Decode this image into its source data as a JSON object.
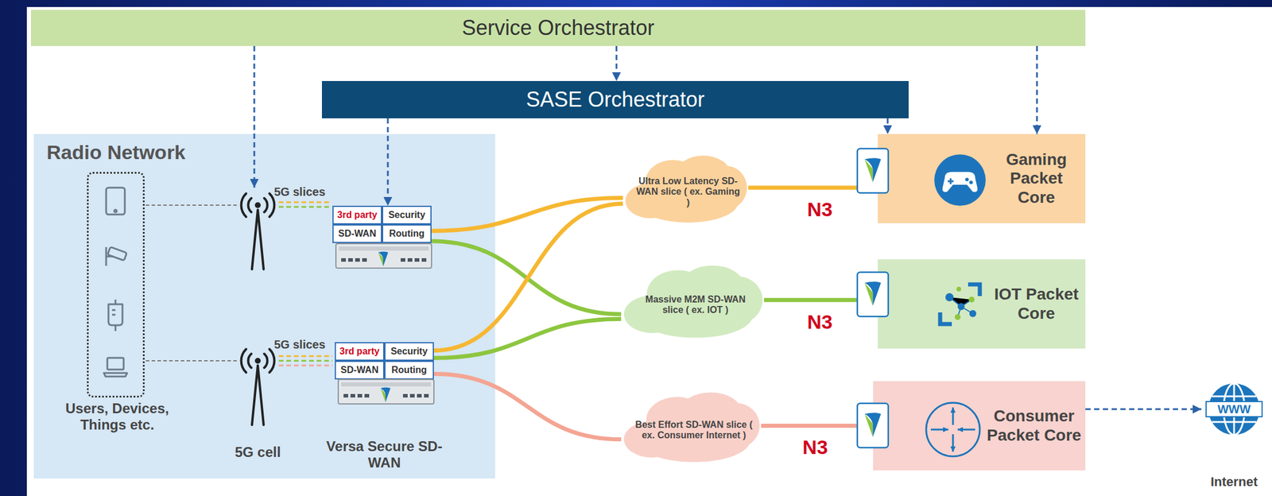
{
  "diagram": {
    "nodes": [
      {
        "text": [
          "Service Orchestrator"
        ]
      },
      {
        "text": [
          "SASE Orchestrator"
        ]
      },
      {
        "text": [
          "Radio Network"
        ]
      },
      {
        "text": [
          "Users, Devices, Things etc."
        ],
        "in": 2
      },
      {
        "text": [
          "3rd party"
        ],
        "in": 2
      },
      {
        "text": [
          "Security"
        ],
        "in": 2
      },
      {
        "text": [
          "SD-WAN"
        ],
        "in": 2
      },
      {
        "text": [
          "Routing"
        ],
        "in": 2
      },
      {
        "text": [
          "3rd party"
        ],
        "in": 2
      },
      {
        "text": [
          "Security"
        ],
        "in": 2
      },
      {
        "text": [
          "SD-WAN"
        ],
        "in": 2
      },
      {
        "text": [
          "Routing"
        ],
        "in": 2
      },
      {
        "text": [
          "Ultra Low Latency SD-WAN slice ( ex. Gaming )"
        ]
      },
      {
        "text": [
          "Massive M2M SD-WAN slice ( ex. IOT )"
        ]
      },
      {
        "text": [
          "Best Effort SD-WAN slice ( ex. Consumer Internet )"
        ]
      },
      {
        "text": [
          "Gaming Packet Core"
        ]
      },
      {
        "text": [
          "IOT Packet Core"
        ]
      },
      {
        "text": [
          "Consumer Packet Core"
        ]
      },
      {
        "text": [
          "Internet"
        ]
      }
    ],
    "edges": [
      {
        "from": 0,
        "to": 1,
        "arrow": "to"
      },
      {
        "from": 0,
        "to": 15,
        "arrow": "to"
      },
      {
        "from": 1,
        "to": 5,
        "arrow": "to"
      },
      {
        "from": 1,
        "to": 15,
        "arrow": "to"
      },
      {
        "from": 7,
        "to": 12,
        "arrow": "none"
      },
      {
        "from": 7,
        "to": 13,
        "arrow": "none"
      },
      {
        "from": 9,
        "to": 12,
        "arrow": "none"
      },
      {
        "from": 9,
        "to": 13,
        "arrow": "none"
      },
      {
        "from": 11,
        "to": 14,
        "arrow": "none"
      },
      {
        "from": 12,
        "to": 15,
        "label": "N3",
        "arrow": "none"
      },
      {
        "from": 13,
        "to": 16,
        "label": "N3",
        "arrow": "none"
      },
      {
        "from": 14,
        "to": 17,
        "label": "N3",
        "arrow": "none"
      },
      {
        "from": 17,
        "to": 18,
        "arrow": "to"
      }
    ],
    "labels": [
      "5G slices",
      "5G slices",
      "5G cell",
      "Versa Secure SD-WAN",
      "WWW"
    ]
  }
}
